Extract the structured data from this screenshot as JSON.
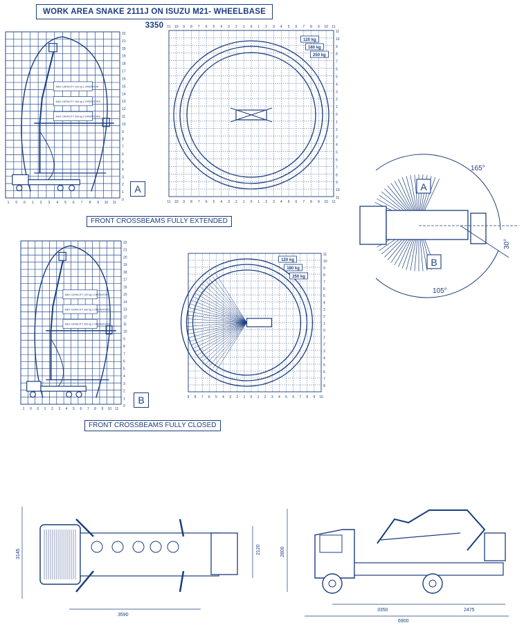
{
  "title": "WORK AREA  SNAKE 2111J  ON ISUZU M21- WHEELBASE 3350",
  "configs": [
    {
      "letter": "A",
      "caption": "FRONT CROSSBEAMS FULLY EXTENDED",
      "side_labels": [
        {
          "text": "MAX CAPACITY 120 kg 1 OPERATOR"
        },
        {
          "text": "MAX CAPACITY 180 kg 2 OPERATORS"
        },
        {
          "text": "MAX CAPACITY 250 kg 2 OPERATORS"
        }
      ],
      "plan_labels": [
        "120 kg",
        "180 kg",
        "250 kg"
      ]
    },
    {
      "letter": "B",
      "caption": "FRONT CROSSBEAMS FULLY CLOSED",
      "side_labels": [
        {
          "text": "MAX CAPACITY 120 kg 1 OPERATOR"
        },
        {
          "text": "MAX CAPACITY 180 kg 2 OPERATORS"
        },
        {
          "text": "MAX CAPACITY 250 kg 2 OPERATORS"
        }
      ],
      "plan_labels": [
        "120 kg",
        "180 kg",
        "250 kg"
      ]
    }
  ],
  "rotation_diagram": {
    "label_a": "A",
    "label_b": "B",
    "angle_top": "165°",
    "angle_bottom": "105°",
    "angle_right": "30°"
  },
  "side_axis_ticks": {
    "y": [
      "22",
      "21",
      "20",
      "19",
      "18",
      "17",
      "16",
      "15",
      "14",
      "13",
      "12",
      "11",
      "10",
      "9",
      "8",
      "7",
      "6",
      "5",
      "4",
      "3",
      "2",
      "1",
      "0"
    ],
    "x": [
      "1",
      "0",
      "0",
      "1",
      "2",
      "3",
      "4",
      "5",
      "6",
      "7",
      "8",
      "9",
      "10",
      "11"
    ]
  },
  "plan_axis_ticks": {
    "top": [
      "11",
      "10",
      "9",
      "8",
      "7",
      "6",
      "5",
      "4",
      "3",
      "2",
      "1",
      "0",
      "1",
      "2",
      "3",
      "4",
      "5",
      "6",
      "7",
      "8",
      "9",
      "10",
      "11"
    ],
    "right": [
      "11",
      "10",
      "9",
      "8",
      "7",
      "6",
      "5",
      "4",
      "3",
      "2",
      "1",
      "0",
      "1",
      "2",
      "3",
      "4",
      "5",
      "6",
      "7",
      "8",
      "9",
      "10",
      "11"
    ],
    "b_bottom": [
      "9",
      "8",
      "7",
      "6",
      "5",
      "4",
      "3",
      "2",
      "1",
      "0",
      "1",
      "2",
      "3",
      "4",
      "5",
      "6",
      "7",
      "8",
      "9",
      "10"
    ]
  },
  "dimensions": {
    "top_view_width": "3145",
    "top_view_right": "2120",
    "top_view_bottom": "3590",
    "side_height": "2800",
    "side_wheelbase": "3350",
    "side_rear": "2475",
    "side_length": "6900"
  },
  "colors": {
    "ink": "#1a3d7c",
    "grid": "#2a4f94"
  }
}
